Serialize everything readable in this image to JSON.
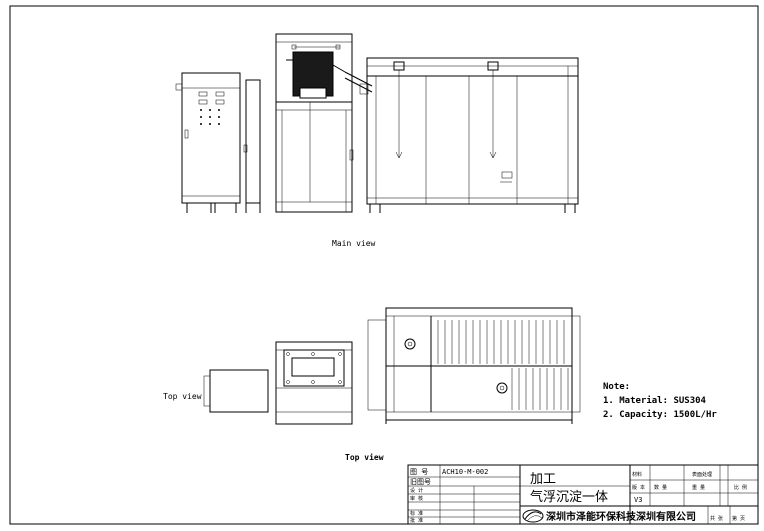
{
  "labels": {
    "main_view": "Main view",
    "top_view_left": "Top view",
    "top_view_bottom": "Top view"
  },
  "notes": {
    "title": "Note:",
    "material": "1. Material: SUS304",
    "capacity": "2. Capacity: 1500L/Hr"
  },
  "title_block": {
    "drawing_no_label": "图 号",
    "drawing_no": "ACH10-M-002",
    "old_drawing_label": "旧图号",
    "design_label": "设 计",
    "review_label": "审 核",
    "standard_label": "标 准",
    "approve_label": "批 准",
    "process_label": "加工",
    "product_name": "气浮沉淀一体",
    "material_label": "材料",
    "heat_label": "表面处理",
    "version_label": "版 本",
    "qty_label": "数 量",
    "weight_label": "重 量",
    "scale_label": "比 例",
    "version": "V3",
    "company": "深圳市泽能环保科技深圳有限公司",
    "sheet_total": "共 张",
    "sheet_no": "第 页"
  }
}
